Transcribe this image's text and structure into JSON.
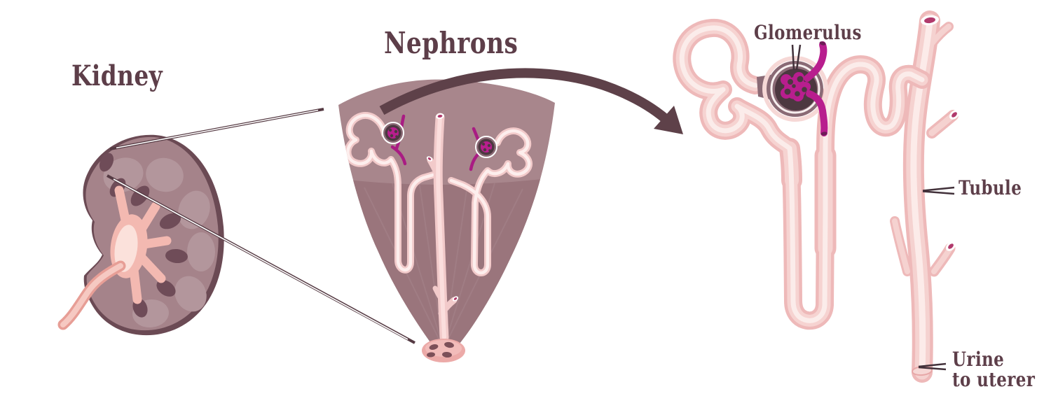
{
  "diagram": {
    "titles": {
      "kidney": "Kidney",
      "nephrons": "Nephrons"
    },
    "annotations": {
      "glomerulus": "Glomerulus",
      "tubule": "Tubule",
      "urine_line1": "Urine",
      "urine_line2": "to uterer"
    }
  },
  "colors": {
    "label_text": "#5d3e49",
    "pointer_line": "#4f3740",
    "magnify_arrow": "#5e4149",
    "kidney_rim": "#6b4a54",
    "kidney_body": "#a5838a",
    "kidney_lobe": "#b3969c",
    "kidney_pyramid": "#6f4c58",
    "pelvis_pink": "#f3b9b1",
    "pelvis_light": "#fbe1db",
    "cone_cortex": "#a8868c",
    "cone_medulla": "#9a757c",
    "papilla_pink": "#ecaaa8",
    "tubule_outer": "#eeb9b9",
    "tubule_mid": "#f6d3d1",
    "tubule_highlight": "#fceeec",
    "magenta_vessel": "#b81e8e",
    "capsule_mauve": "#8a6a75",
    "capsule_dark": "#4c3840",
    "duct_opening": "#b13a6c"
  }
}
